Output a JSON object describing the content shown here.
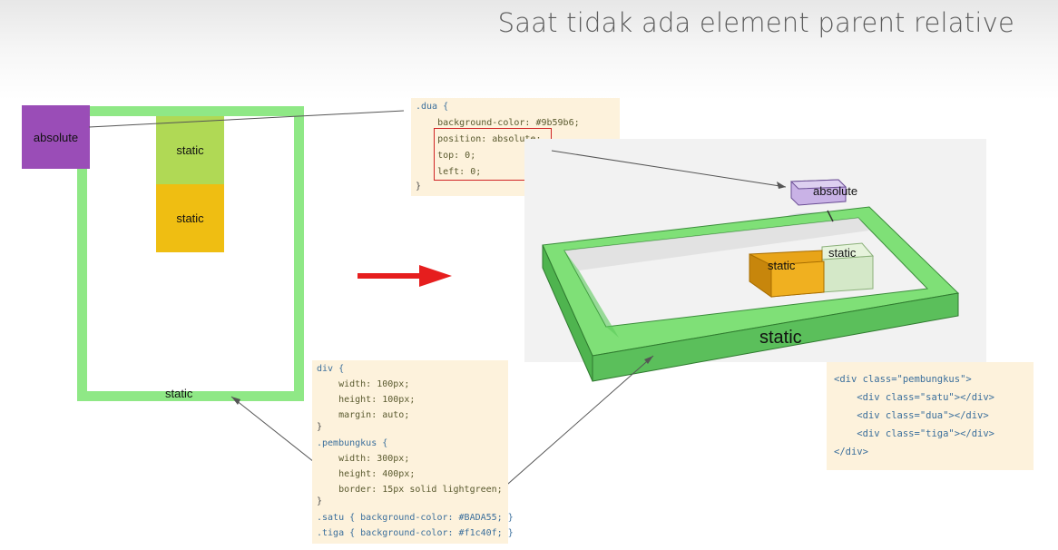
{
  "slide": {
    "title": "Saat tidak ada element parent relative"
  },
  "diagram2d": {
    "absolute_label": "absolute",
    "static_top_label": "static",
    "static_mid_label": "static",
    "wrapper_label": "static"
  },
  "diagram3d": {
    "absolute_label": "absolute",
    "static_small_label": "static",
    "static_orange_label": "static",
    "wrapper_label": "static"
  },
  "code_dua": {
    "lines": [
      ".dua {",
      "    background-color: #9b59b6;",
      "    position: absolute;",
      "    top: 0;",
      "    left: 0;",
      "}"
    ]
  },
  "code_css": {
    "lines": [
      "div {",
      "    width: 100px;",
      "    height: 100px;",
      "    margin: auto;",
      "}",
      ".pembungkus {",
      "    width: 300px;",
      "    height: 400px;",
      "    border: 15px solid lightgreen;",
      "}",
      ".satu { background-color: #BADA55; }",
      ".tiga { background-color: #f1c40f; }"
    ]
  },
  "code_html": {
    "lines": [
      "<div class=\"pembungkus\">",
      "    <div class=\"satu\"></div>",
      "    <div class=\"dua\"></div>",
      "    <div class=\"tiga\"></div>",
      "</div>"
    ]
  },
  "colors": {
    "wrapper_green": "#8fe886",
    "satu": "#b0d955",
    "tiga": "#efbe12",
    "dua": "#9a4db7",
    "arrow_red": "#e61e1e",
    "code_bg": "#fdf2dc"
  }
}
